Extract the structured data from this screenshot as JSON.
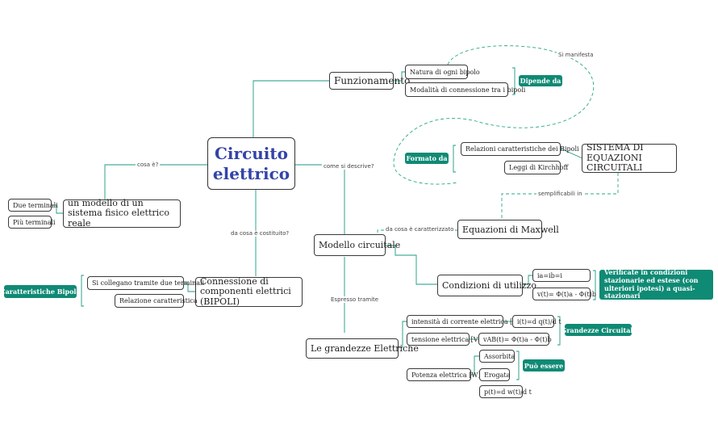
{
  "central": {
    "title": "Circuito elettrico"
  },
  "nodes": {
    "funzionamento": "Funzionamento",
    "natura": "Natura di ogni bipolo",
    "modalita": "Modalità di connessione tra i bipoli",
    "relazioni": "Relazioni caratteristiche dei Bipoli",
    "kirchhoff": "Leggi di Kirchhoff",
    "sistema": "SISTEMA DI EQUAZIONI CIRCUITALI",
    "maxwell": "Equazioni di Maxwell",
    "modello_sistema": "un modello di un sistema fisico elettrico reale",
    "due_terminali": "Due terminali",
    "piu_terminali": "Più terminali",
    "modello_circuitale": "Modello circuitale",
    "condizioni": "Condizioni di utilizzo",
    "ia_ib": "ia=ib=i",
    "vt": "v(t)= Φ(t)a - Φ(t)b",
    "connessione": "Connessione di componenti elettrici (BIPOLI)",
    "si_collegano": "Si collegano tramite due terminali",
    "relazione_car": "Relazione caratteristica",
    "grandezze": "Le grandezze Elettriche",
    "intensita": "intensità di corrente elettrica [A]",
    "it": "i(t)=d q(t)/d t",
    "tensione": "tensione elettrica [V]",
    "vab": "vAB(t)= Φ(t)a - Φ(t)b",
    "potenza": "Potenza elettrica [W]",
    "assorbita": "Assorbita",
    "erogata": "Erogata",
    "pt": "p(t)=d w(t)/d t"
  },
  "tags": {
    "dipende": "Dipende da",
    "formato": "Formato da",
    "caratteristiche": "Caratteristiche Bipolo",
    "verificate": "Verificate in condizioni stazionarie ed estese (con ulteriori ipotesi) a quasi-stazionari",
    "grandezze_circ": "Grandezze Circuitali",
    "puo_essere": "Può essere"
  },
  "labels": {
    "si_manifesta": "Si manifesta",
    "cosa_e": "cosa è?",
    "come_descrive": "come si descrive?",
    "semplificabili": "semplificabili in",
    "caratterizzato": "da cosa è caratterizzato",
    "costituito": "da cosa è costituito?",
    "espresso": "Espresso tramite"
  },
  "colors": {
    "line": "#1a9a80",
    "dashed": "#2aa88a",
    "tag": "#0f8a74",
    "title": "#3344a8"
  }
}
